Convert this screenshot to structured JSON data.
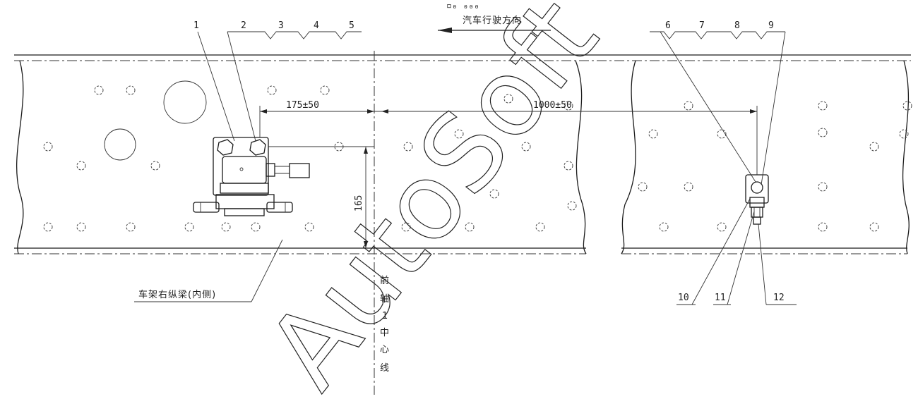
{
  "direction_label": "汽车行驶方向",
  "small_mark": "▫₀ ₀₀₀",
  "frame_label": "车架右纵梁(内侧)",
  "axle_label_chars": [
    "前",
    "轴",
    "1",
    "中",
    "心",
    "线"
  ],
  "dimensions": {
    "left": "175±50",
    "right": "1000±50",
    "vertical": "165"
  },
  "callouts": [
    "1",
    "2",
    "3",
    "4",
    "5",
    "6",
    "7",
    "8",
    "9",
    "10",
    "11",
    "12"
  ],
  "watermark": "AutoSoft"
}
